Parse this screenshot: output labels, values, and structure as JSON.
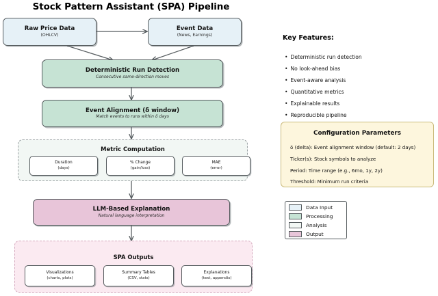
{
  "diagram": {
    "title": "Stock Pattern Assistant (SPA) Pipeline",
    "type": "flowchart"
  },
  "flow": {
    "inputs": [
      {
        "name": "raw-price-data",
        "title": "Raw Price Data",
        "sub": "(OHLCV)",
        "category": "Data Input",
        "color": "#e6f1f7"
      },
      {
        "name": "event-data",
        "title": "Event Data",
        "sub": "(News, Earnings)",
        "category": "Data Input",
        "color": "#e6f1f7"
      }
    ],
    "processing": [
      {
        "name": "deterministic-run-detection",
        "title": "Deterministic Run Detection",
        "sub": "Consecutive same-direction moves",
        "category": "Processing",
        "color": "#c6e3d4"
      },
      {
        "name": "event-alignment",
        "title": "Event Alignment (δ window)",
        "sub": "Match events to runs within δ days",
        "category": "Processing",
        "color": "#c6e3d4"
      }
    ],
    "analysis_group": {
      "name": "metric-computation",
      "title": "Metric Computation",
      "category": "Analysis",
      "items": [
        {
          "name": "metric-duration",
          "l1": "Duration",
          "l2": "(days)"
        },
        {
          "name": "metric-pct-change",
          "l1": "% Change",
          "l2": "(gain/loss)"
        },
        {
          "name": "metric-mae",
          "l1": "MAE",
          "l2": "(error)"
        }
      ]
    },
    "llm": {
      "name": "llm-based-explanation",
      "title": "LLM-Based Explanation",
      "sub": "Natural language interpretation",
      "category": "Output",
      "color": "#e8c5d9"
    },
    "outputs_group": {
      "name": "spa-outputs",
      "title": "SPA Outputs",
      "category": "Output",
      "items": [
        {
          "name": "output-visualizations",
          "l1": "Visualizations",
          "l2": "(charts, plots)"
        },
        {
          "name": "output-summary-tables",
          "l1": "Summary Tables",
          "l2": "(CSV, stats)"
        },
        {
          "name": "output-explanations",
          "l1": "Explanations",
          "l2": "(text, appendix)"
        }
      ]
    }
  },
  "key_features": {
    "heading": "Key Features:",
    "bullet_glyph": "•",
    "items": [
      "Deterministic run detection",
      "No look-ahead bias",
      "Event-aware analysis",
      "Quantitative metrics",
      "Explainable results",
      "Reproducible pipeline"
    ]
  },
  "config": {
    "title": "Configuration Parameters",
    "background": "#fdf6dd",
    "items": [
      "δ (delta): Event alignment window (default: 2 days)",
      "Ticker(s): Stock symbols to analyze",
      "Period: Time range (e.g., 6mo, 1y, 2y)",
      "Threshold: Minimum run criteria"
    ]
  },
  "legend": {
    "items": [
      {
        "label": "Data Input",
        "color": "#e6f1f7"
      },
      {
        "label": "Processing",
        "color": "#c6e3d4"
      },
      {
        "label": "Analysis",
        "color": "#f2f7f4"
      },
      {
        "label": "Output",
        "color": "#e8c5d9"
      }
    ]
  }
}
